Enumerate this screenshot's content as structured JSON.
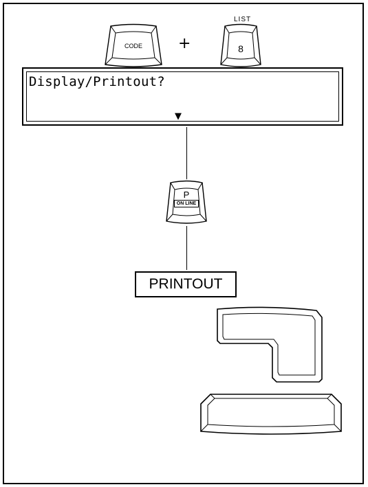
{
  "keys": {
    "code": {
      "label": "CODE"
    },
    "list": {
      "top_label": "LIST",
      "label": "8"
    },
    "plus": "+",
    "p_key": {
      "letter": "P",
      "sub": "ON LINE"
    }
  },
  "display": {
    "prompt": "Display/Printout?",
    "cursor": "▼"
  },
  "result": {
    "label": "PRINTOUT"
  }
}
